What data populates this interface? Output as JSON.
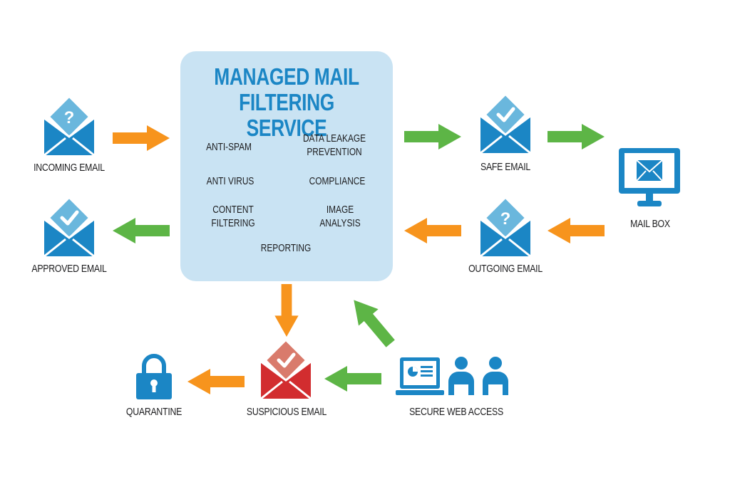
{
  "colors": {
    "envelope_dark": "#1b86c5",
    "envelope_light": "#6ab7dd",
    "suspicious_dark": "#d22d2f",
    "suspicious_light": "#d97b6c",
    "arrow_orange": "#f7941d",
    "arrow_green": "#5db546",
    "service_bg": "#c9e3f3",
    "title_blue": "#1b86c5"
  },
  "service": {
    "title_line1": "MANAGED MAIL",
    "title_line2": "FILTERING SERVICE",
    "features": [
      {
        "line1": "ANTI-SPAM",
        "line2": ""
      },
      {
        "line1": "DATA LEAKAGE",
        "line2": "PREVENTION"
      },
      {
        "line1": "ANTI VIRUS",
        "line2": ""
      },
      {
        "line1": "COMPLIANCE",
        "line2": ""
      },
      {
        "line1": "CONTENT",
        "line2": "FILTERING"
      },
      {
        "line1": "IMAGE",
        "line2": "ANALYSIS"
      },
      {
        "line1": "REPORTING",
        "line2": ""
      }
    ]
  },
  "nodes": {
    "incoming": {
      "label": "INCOMING EMAIL",
      "icon": "envelope-question-icon"
    },
    "approved": {
      "label": "APPROVED EMAIL",
      "icon": "envelope-check-icon"
    },
    "safe": {
      "label": "SAFE EMAIL",
      "icon": "envelope-check-icon"
    },
    "outgoing": {
      "label": "OUTGOING EMAIL",
      "icon": "envelope-question-icon"
    },
    "mailbox": {
      "label": "MAIL BOX",
      "icon": "monitor-mail-icon"
    },
    "quarantine": {
      "label": "QUARANTINE",
      "icon": "padlock-icon"
    },
    "suspicious": {
      "label": "SUSPICIOUS EMAIL",
      "icon": "envelope-check-red-icon"
    },
    "secure_web": {
      "label": "SECURE WEB ACCESS",
      "icon": "laptop-users-icon"
    }
  },
  "edges": [
    {
      "from": "incoming",
      "to": "service",
      "color": "orange"
    },
    {
      "from": "service",
      "to": "approved",
      "color": "green"
    },
    {
      "from": "service",
      "to": "safe",
      "color": "green"
    },
    {
      "from": "safe",
      "to": "mailbox",
      "color": "green"
    },
    {
      "from": "mailbox",
      "to": "outgoing",
      "color": "orange"
    },
    {
      "from": "outgoing",
      "to": "service",
      "color": "orange"
    },
    {
      "from": "service",
      "to": "suspicious",
      "color": "orange"
    },
    {
      "from": "suspicious",
      "to": "quarantine",
      "color": "orange"
    },
    {
      "from": "secure_web",
      "to": "suspicious",
      "color": "green"
    },
    {
      "from": "secure_web",
      "to": "service",
      "color": "green"
    }
  ]
}
